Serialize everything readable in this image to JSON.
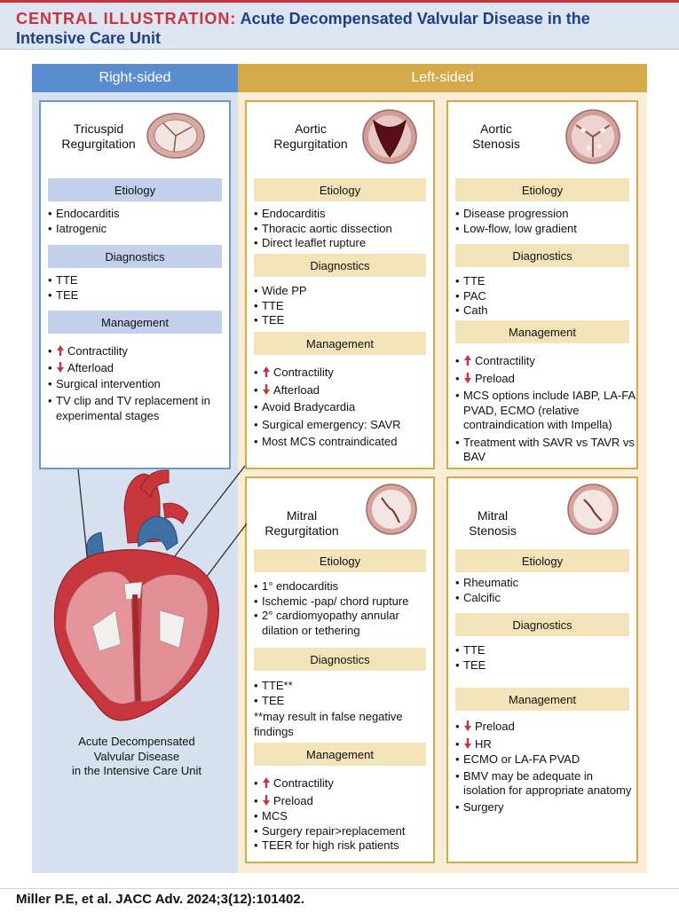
{
  "header": {
    "title_lead": "CENTRAL ILLUSTRATION:",
    "title_main": "Acute Decompensated Valvular Disease in the",
    "title_line2": "Intensive Care Unit"
  },
  "columns": {
    "right_label": "Right-sided",
    "left_label": "Left-sided"
  },
  "colors": {
    "red_accent": "#c8343b",
    "title_blue": "#1f3f87",
    "right_header": "#5a8ed0",
    "left_header": "#d3a949"
  },
  "tr": {
    "title_l1": "Tricuspid",
    "title_l2": "Regurgitation",
    "etiology_label": "Etiology",
    "etiology": [
      "Endocarditis",
      "Iatrogenic"
    ],
    "diagnostics_label": "Diagnostics",
    "diagnostics": [
      "TTE",
      "TEE"
    ],
    "management_label": "Management",
    "management": [
      "Contractility",
      "Afterload",
      "Surgical intervention",
      "TV clip and TV replacement in experimental stages"
    ]
  },
  "ar": {
    "title_l1": "Aortic",
    "title_l2": "Regurgitation",
    "etiology_label": "Etiology",
    "etiology": [
      "Endocarditis",
      "Thoracic aortic dissection",
      "Direct leaflet rupture"
    ],
    "diagnostics_label": "Diagnostics",
    "diagnostics": [
      "Wide PP",
      "TTE",
      "TEE"
    ],
    "management_label": "Management",
    "management": [
      "Contractility",
      "Afterload",
      "Avoid Bradycardia",
      "Surgical emergency: SAVR",
      "Most MCS contraindicated"
    ]
  },
  "as": {
    "title_l1": "Aortic",
    "title_l2": "Stenosis",
    "etiology_label": "Etiology",
    "etiology": [
      "Disease progression",
      "Low-flow, low gradient"
    ],
    "diagnostics_label": "Diagnostics",
    "diagnostics": [
      "TTE",
      "PAC",
      "Cath"
    ],
    "management_label": "Management",
    "management": [
      "Contractility",
      "Preload",
      "MCS options include IABP, LA-FA PVAD, ECMO (relative contraindication with Impella)",
      "Treatment with SAVR vs TAVR vs BAV"
    ]
  },
  "mr": {
    "title_l1": "Mitral",
    "title_l2": "Regurgitation",
    "etiology_label": "Etiology",
    "etiology": [
      "1° endocarditis",
      "Ischemic -pap/ chord rupture",
      "2° cardiomyopathy annular dilation or tethering"
    ],
    "diagnostics_label": "Diagnostics",
    "diagnostics": [
      "TTE**",
      "TEE"
    ],
    "diagnostics_note": "**may result in false negative findings",
    "management_label": "Management",
    "management": [
      "Contractility",
      "Preload",
      "MCS",
      "Surgery repair>replacement",
      "TEER for high risk patients"
    ]
  },
  "ms": {
    "title_l1": "Mitral",
    "title_l2": "Stenosis",
    "etiology_label": "Etiology",
    "etiology": [
      "Rheumatic",
      "Calcific"
    ],
    "diagnostics_label": "Diagnostics",
    "diagnostics": [
      "TTE",
      "TEE"
    ],
    "management_label": "Management",
    "management": [
      "Preload",
      "HR",
      "ECMO or LA-FA PVAD",
      "BMV may be adequate in isolation for appropriate anatomy",
      "Surgery"
    ]
  },
  "caption": {
    "l1": "Acute Decompensated",
    "l2": "Valvular Disease",
    "l3": "in the Intensive Care Unit"
  },
  "citation": "Miller P.E, et al. JACC Adv. 2024;3(12):101402."
}
